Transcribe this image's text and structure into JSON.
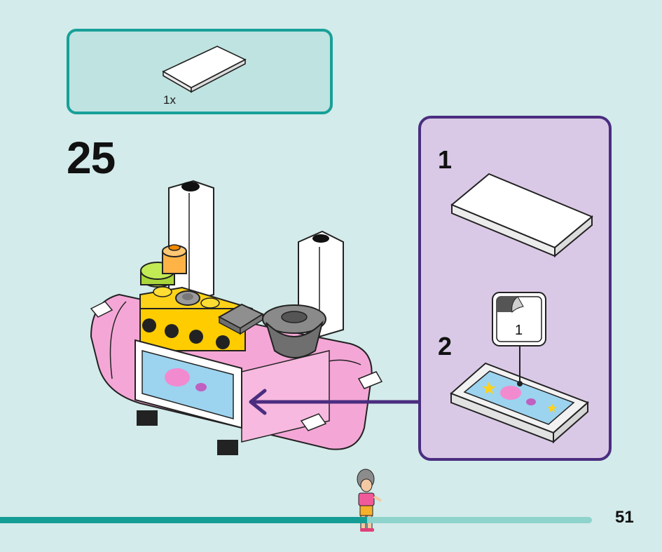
{
  "parts_list": {
    "quantity": "1x"
  },
  "step": {
    "number": "25"
  },
  "sub_steps": [
    {
      "number": "1"
    },
    {
      "number": "2"
    }
  ],
  "sticker": {
    "number": "1"
  },
  "page": {
    "number": "51",
    "progress_fraction": 0.62
  },
  "colors": {
    "parts_border": "#17a098",
    "subassembly_border": "#4a2d7f",
    "progress_done": "#139d95",
    "progress_remaining": "#8fd3cd",
    "cart_pink": "#f4a7d6"
  }
}
